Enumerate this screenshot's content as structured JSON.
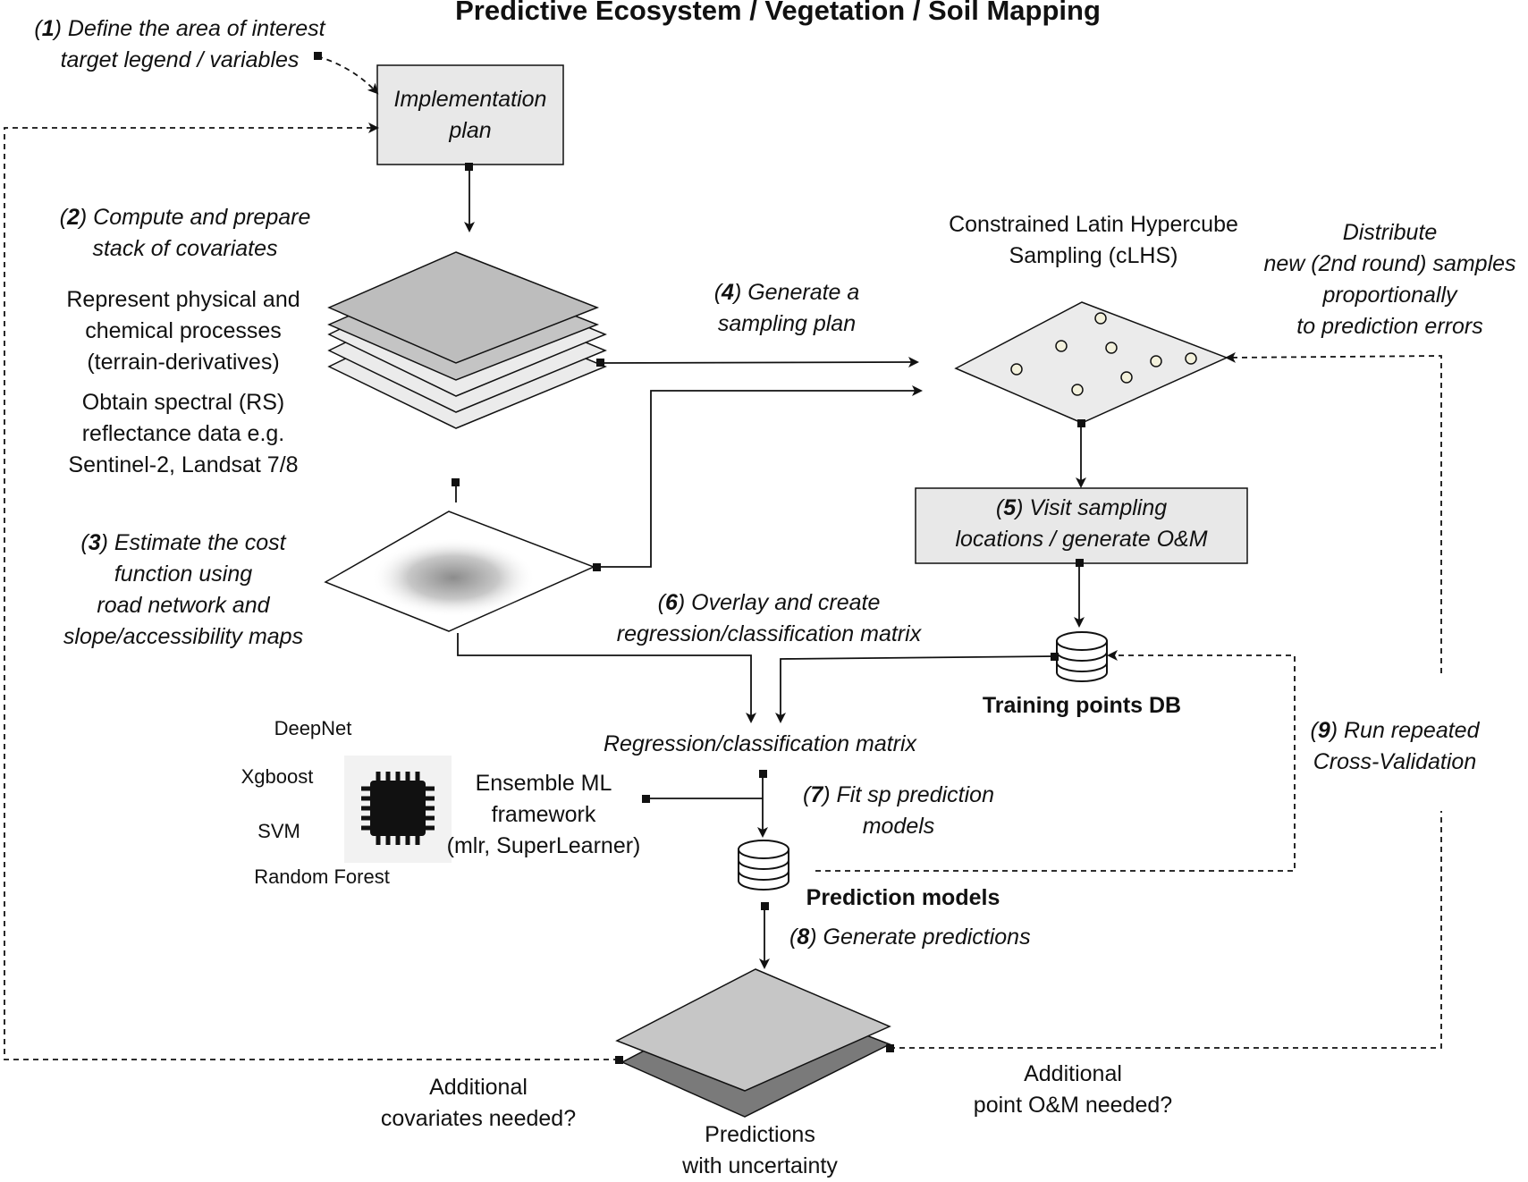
{
  "title": "Predictive Ecosystem / Vegetation / Soil Mapping",
  "steps": {
    "s1": {
      "num": "1",
      "line1_rest": ") Define the area of interest",
      "line2": "target legend / variables"
    },
    "s2": {
      "num": "2",
      "line1_rest": ") Compute and prepare",
      "line2": "stack of covariates"
    },
    "s3": {
      "num": "3",
      "line1_rest": ") Estimate the cost",
      "line2": "function using",
      "line3": "road network and",
      "line4": "slope/accessibility maps"
    },
    "s4": {
      "num": "4",
      "line1_rest": ") Generate a",
      "line2": "sampling plan"
    },
    "s5": {
      "num": "5",
      "line1_rest": ") Visit sampling",
      "line2": "locations / generate O&M"
    },
    "s6": {
      "num": "6",
      "line1_rest": ") Overlay and create",
      "line2": "regression/classification matrix"
    },
    "s7": {
      "num": "7",
      "line1_rest": ") Fit sp prediction",
      "line2": "models"
    },
    "s8": {
      "num": "8",
      "line1_rest": ") Generate predictions"
    },
    "s9": {
      "num": "9",
      "line1_rest": ") Run repeated",
      "line2": "Cross-Validation"
    }
  },
  "implementation_plan": {
    "line1": "Implementation",
    "line2": "plan"
  },
  "physical": {
    "line1": "Represent physical and",
    "line2": "chemical processes",
    "line3": "(terrain-derivatives)"
  },
  "spectral": {
    "line1": "Obtain spectral (RS)",
    "line2": "reflectance data e.g.",
    "line3": "Sentinel-2, Landsat 7/8"
  },
  "clhs": {
    "line1": "Constrained Latin Hypercube",
    "line2": "Sampling (cLHS)"
  },
  "distribute": {
    "line1": "Distribute",
    "line2": "new (2nd round) samples",
    "line3": "proportionally",
    "line4": "to prediction errors"
  },
  "training_db": "Training points DB",
  "regression_matrix": "Regression/classification matrix",
  "ensemble": {
    "line1": "Ensemble ML",
    "line2": "framework",
    "line3": "(mlr, SuperLearner)"
  },
  "ml_methods": [
    "DeepNet",
    "Xgboost",
    "SVM",
    "Random Forest"
  ],
  "prediction_models": "Prediction models",
  "additional_covariates": {
    "line1": "Additional",
    "line2": "covariates needed?"
  },
  "additional_points": {
    "line1": "Additional",
    "line2": "point O&M needed?"
  },
  "predictions": {
    "line1": "Predictions",
    "line2": "with uncertainty"
  },
  "colors": {
    "box_fill": "#e8e8e8",
    "layer_dark": "#bdbdbd",
    "layer_light": "#ebebeb",
    "output_top": "#c6c6c6",
    "output_bottom": "#7a7a7a",
    "sample_point": "#f3f1dc"
  }
}
